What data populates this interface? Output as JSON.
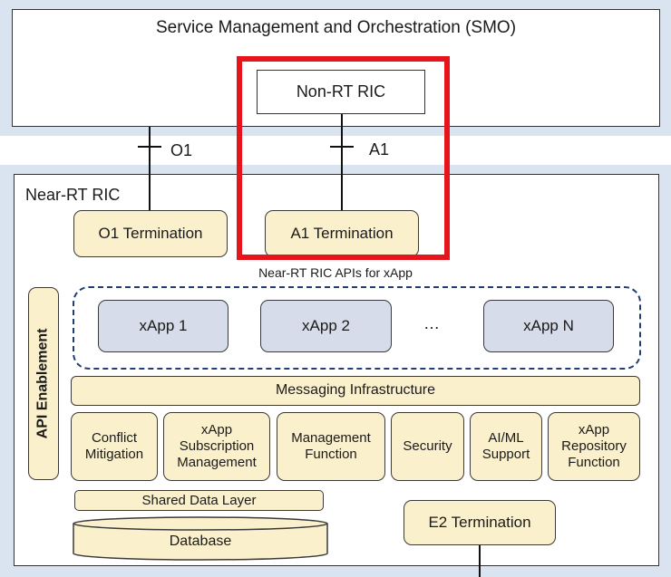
{
  "smo": {
    "title": "Service Management and Orchestration (SMO)"
  },
  "non_rt_ric": {
    "label": "Non-RT RIC"
  },
  "interfaces": {
    "o1": "O1",
    "a1": "A1"
  },
  "near_rt_ric": {
    "title": "Near-RT RIC",
    "o1_termination": "O1 Termination",
    "a1_termination": "A1 Termination",
    "apis_label": "Near-RT RIC APIs for xApp",
    "api_enablement": "API Enablement",
    "xapps": [
      "xApp 1",
      "xApp 2",
      "xApp N"
    ],
    "ellipsis": "…",
    "messaging": "Messaging Infrastructure",
    "functions": [
      "Conflict\nMitigation",
      "xApp\nSubscription\nManagement",
      "Management\nFunction",
      "Security",
      "AI/ML\nSupport",
      "xApp\nRepository\nFunction"
    ],
    "shared_data_layer": "Shared Data Layer",
    "database": "Database",
    "e2_termination": "E2 Termination"
  },
  "colors": {
    "band": "#dae4f0",
    "box_fill": "#fbf0cc",
    "xapp_fill": "#d6dcea",
    "highlight": "#e8141c"
  }
}
